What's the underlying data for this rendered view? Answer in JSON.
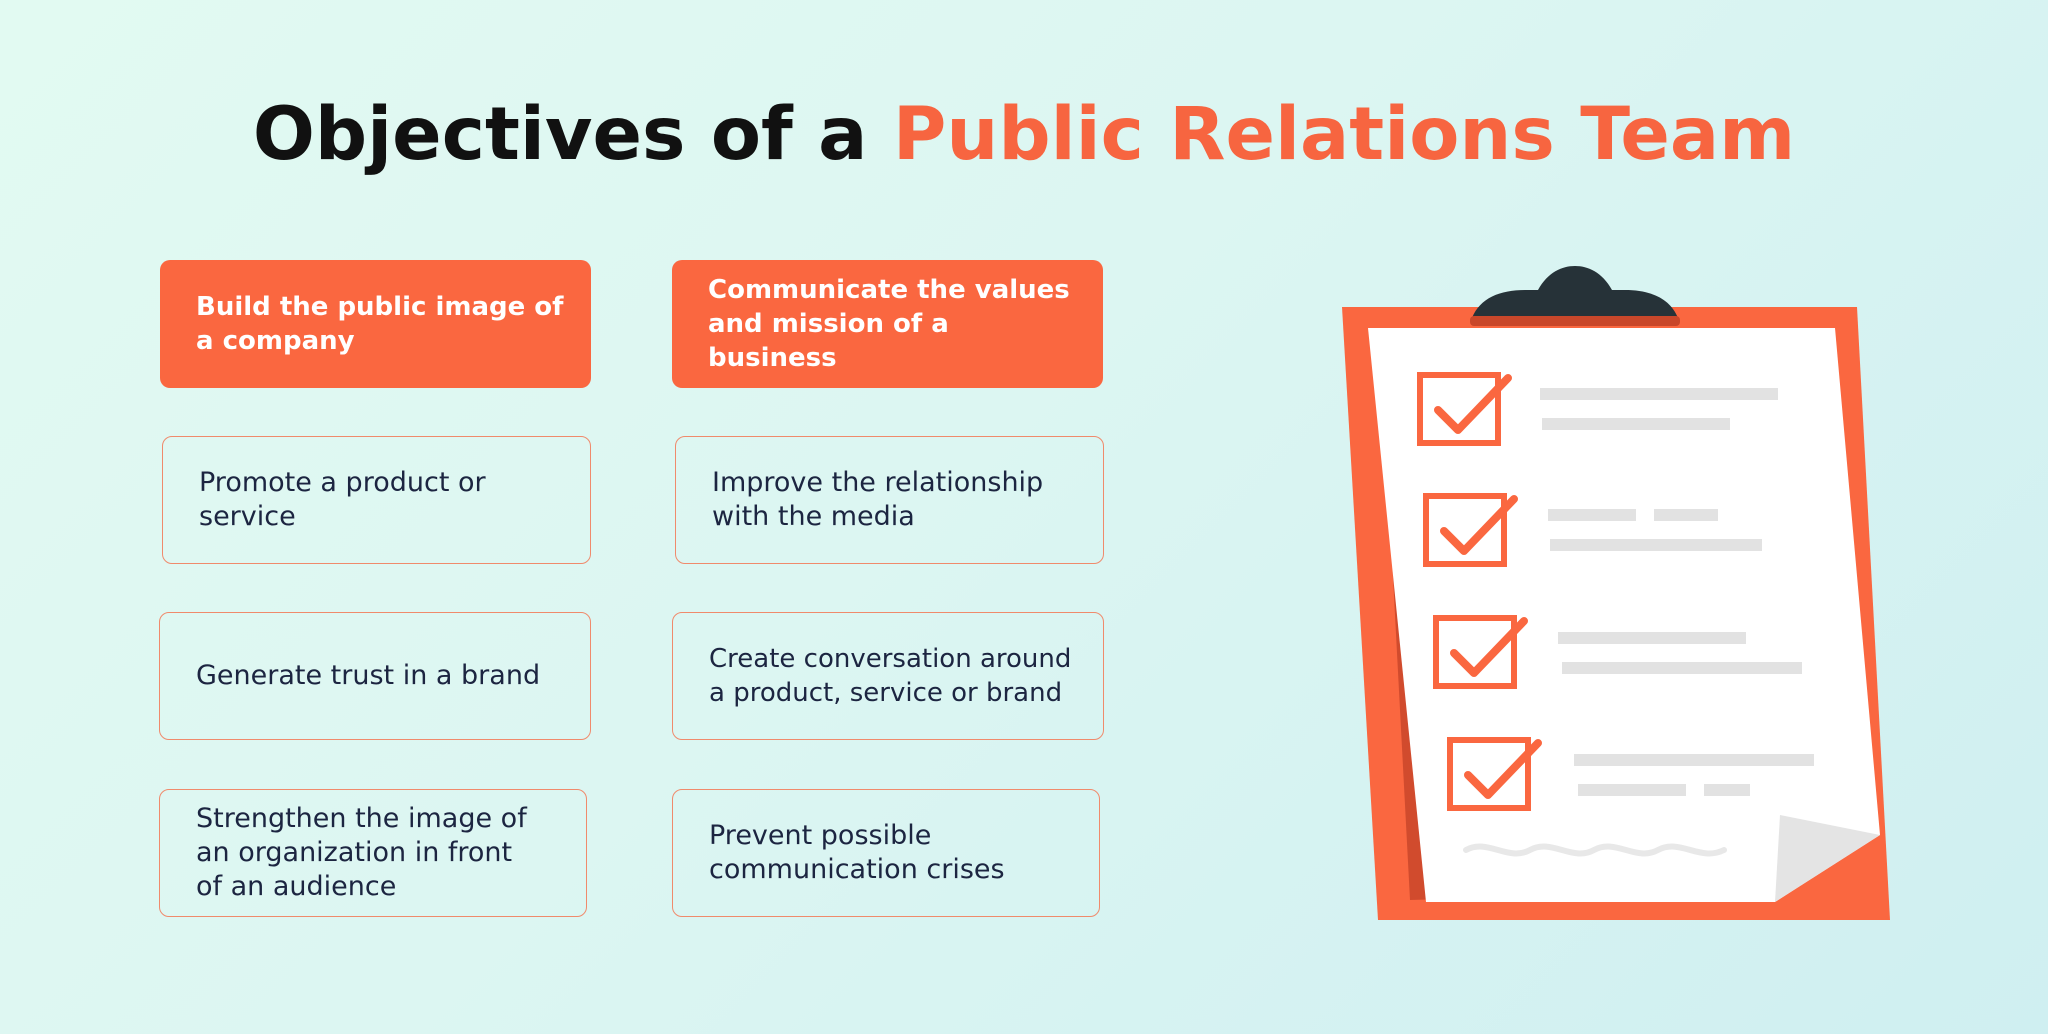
{
  "header": {
    "title_part1": "Objectives of a ",
    "title_part2": "Public Relations Team"
  },
  "objectives": [
    {
      "label": "Build the public image of a company",
      "highlighted": true
    },
    {
      "label": "Communicate the values and mission of a business",
      "highlighted": true
    },
    {
      "label": "Promote a product or service",
      "highlighted": false
    },
    {
      "label": "Improve the relationship with the media",
      "highlighted": false
    },
    {
      "label": "Generate trust in a brand",
      "highlighted": false
    },
    {
      "label": "Create conversation around a product, service or brand",
      "highlighted": false
    },
    {
      "label": "Strengthen the image of an organization in front of an audience",
      "highlighted": false
    },
    {
      "label": "Prevent possible communication crises",
      "highlighted": false
    }
  ],
  "illustration": {
    "icon": "clipboard-checklist-icon",
    "checked_items": 4
  },
  "colors": {
    "accent": "#fa6740",
    "text_dark": "#1c2541",
    "clip": "#263238"
  }
}
